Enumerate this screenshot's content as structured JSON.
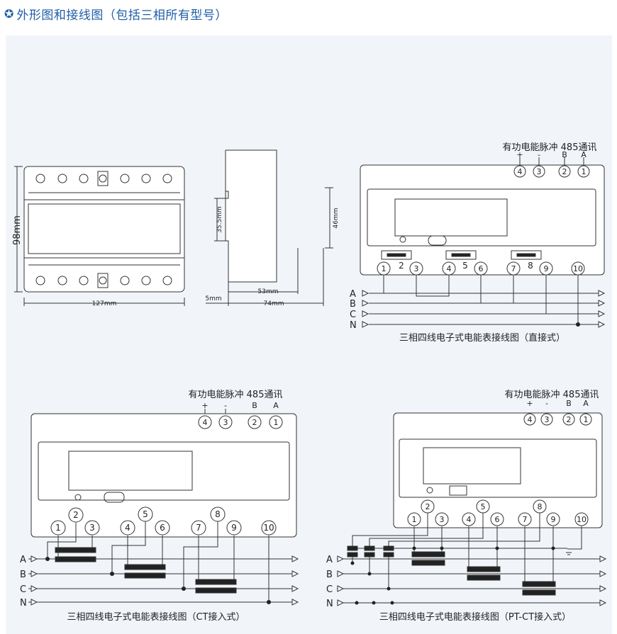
{
  "title": "外形图和接线图（包括三相所有型号）",
  "icon": "star-icon",
  "colors": {
    "title": "#1e5ea8",
    "panel": "#f1f5fa",
    "line": "#333333"
  },
  "dims": {
    "height": "98mm",
    "width": "127mm",
    "terminal_height": "35.5mm",
    "side_height": "46mm",
    "side_5": "5mm",
    "side_53": "53mm",
    "side_74": "74mm"
  },
  "top_labels": {
    "pulse_comm": "有功电能脉冲 485通讯",
    "plus": "+",
    "minus": "-",
    "b": "B",
    "a": "A"
  },
  "phases": [
    "A",
    "B",
    "C",
    "N"
  ],
  "terminals": [
    "1",
    "2",
    "3",
    "4",
    "5",
    "6",
    "7",
    "8",
    "9",
    "10"
  ],
  "captions": {
    "direct": "三相四线电子式电能表接线图（直接式）",
    "ct": "三相四线电子式电能表接线图（CT接入式）",
    "ptct": "三相四线电子式电能表接线图（PT-CT接入式）"
  }
}
